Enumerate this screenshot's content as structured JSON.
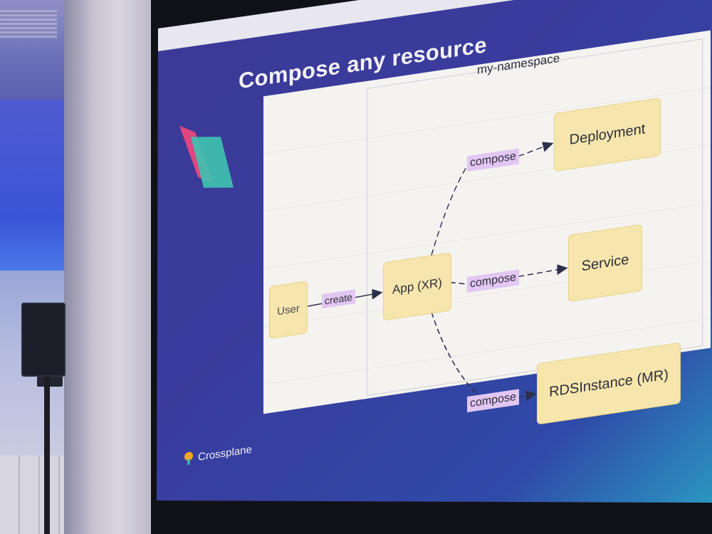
{
  "slide": {
    "title": "Compose any resource",
    "footer_brand": "Crossplane"
  },
  "diagram": {
    "namespace_label": "my-namespace",
    "nodes": {
      "user": "User",
      "app": "App (XR)",
      "deployment": "Deployment",
      "service": "Service",
      "rds": "RDSInstance (MR)"
    },
    "edge_labels": {
      "create": "create",
      "compose_1": "compose",
      "compose_2": "compose",
      "compose_3": "compose"
    }
  },
  "colors": {
    "slide_bg": "#3c3a96",
    "panel_bg": "#f4f3f0",
    "node_fill": "#f6e6ad",
    "label_fill": "#e2c7f2",
    "logo_pink": "#e0457f",
    "logo_teal": "#3fc1b0"
  },
  "icons": [
    "crossplane-logo-icon",
    "crossplane-brand-icon"
  ]
}
